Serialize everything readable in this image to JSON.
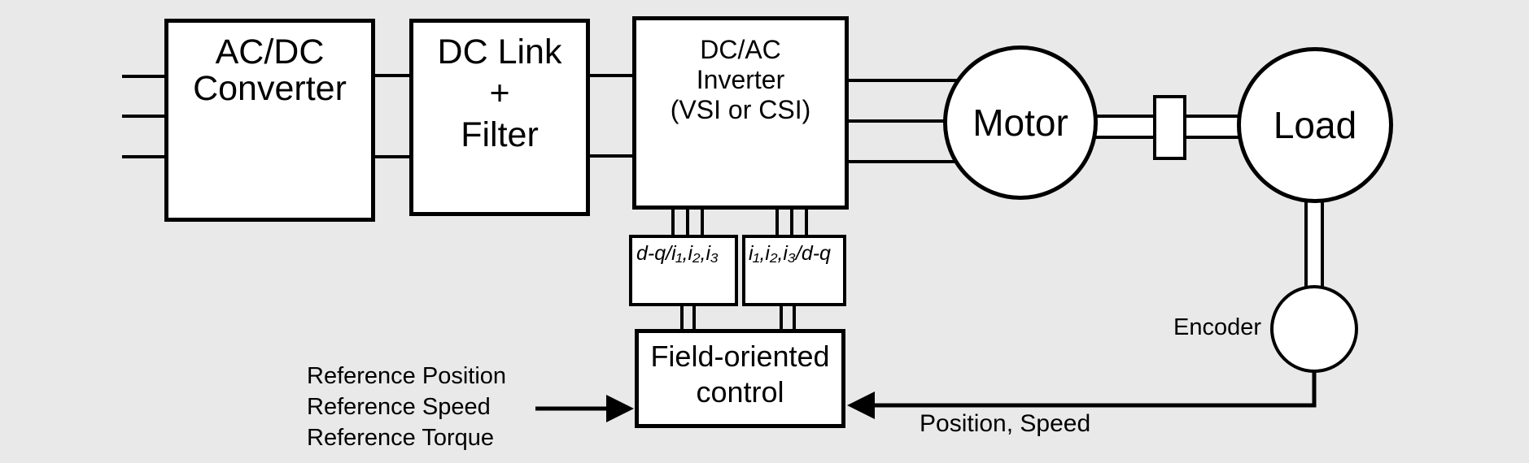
{
  "diagram": {
    "colors": {
      "background": "#e9e9e9",
      "line": "#000000",
      "box_fill": "#ffffff"
    },
    "blocks": {
      "acdc_converter": "AC/DC\nConverter",
      "dc_link_filter": "DC Link\n+\nFilter",
      "inverter": "DC/AC\nInverter\n(VSI or CSI)",
      "dq_to_phase": "d-q/i₁,i₂,i₃",
      "phase_to_dq": "i₁,i₂,i₃/d-q",
      "field_oriented_control": "Field-oriented\ncontrol",
      "motor": "Motor",
      "load": "Load"
    },
    "labels": {
      "encoder": "Encoder",
      "reference_inputs": "Reference Position\nReference Speed\nReference Torque",
      "feedback_signals": "Position, Speed"
    }
  }
}
